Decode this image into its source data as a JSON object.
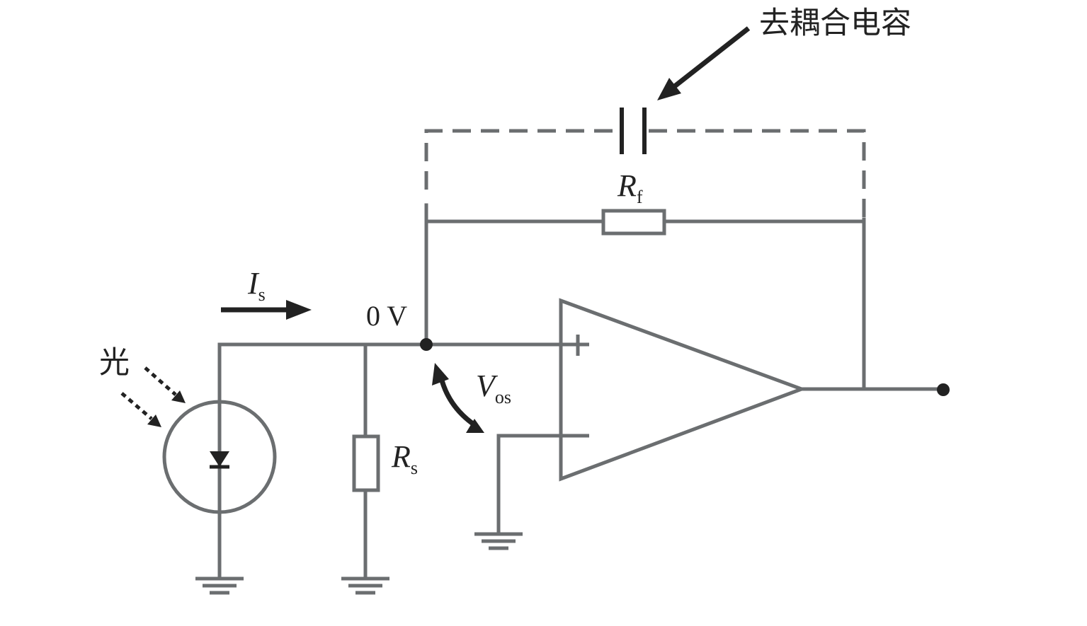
{
  "labels": {
    "decoupling_cap": "去耦合电容",
    "light": "光",
    "zero_volt": "0 V",
    "is_main": "I",
    "is_sub": "s",
    "rf_main": "R",
    "rf_sub": "f",
    "rs_main": "R",
    "rs_sub": "s",
    "vos_main": "V",
    "vos_sub": "os",
    "plus": "+",
    "minus": "−"
  },
  "colors": {
    "wire": "#6b6e70",
    "ink": "#222222"
  }
}
